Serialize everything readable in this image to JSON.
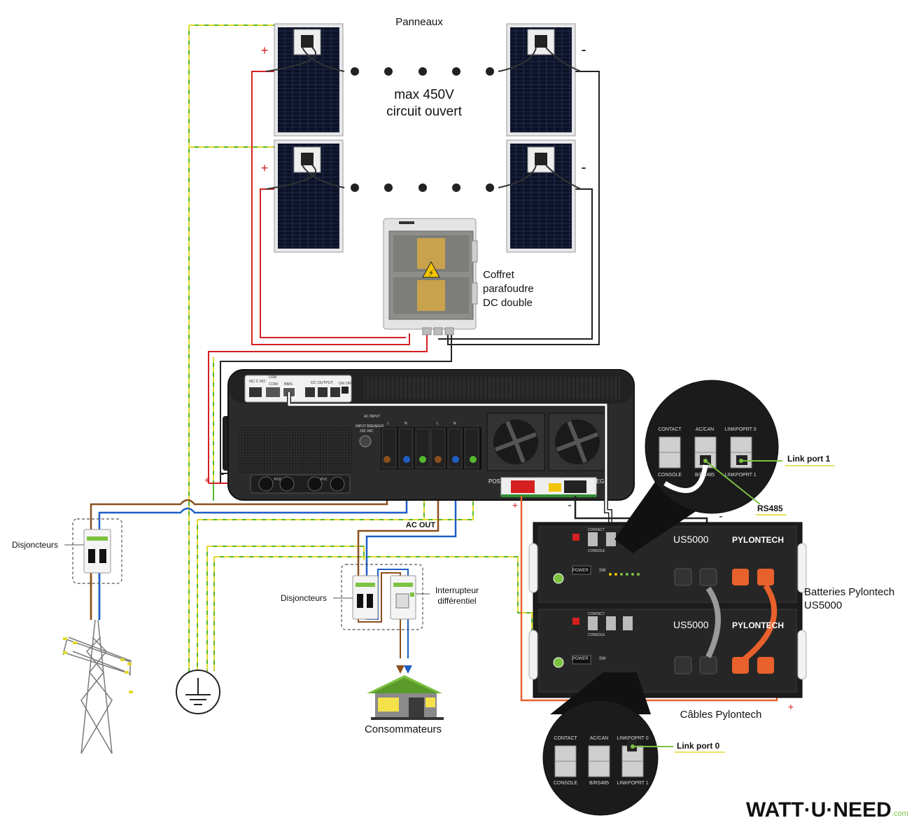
{
  "labels": {
    "panels_title": "Panneaux",
    "voltage_line1": "max 450V",
    "voltage_line2": "circuit ouvert",
    "plus": "+",
    "minus": "-",
    "surge_line1": "Coffret",
    "surge_line2": "parafoudre",
    "surge_line3": "DC double",
    "ac_out": "AC OUT",
    "breakers_left": "Disjoncteurs",
    "breakers_mid": "Disjoncteurs",
    "rcd_line1": "Interrupteur",
    "rcd_line2": "différentiel",
    "consumers": "Consommateurs",
    "batteries_line1": "Batteries Pylontech",
    "batteries_line2": "US5000",
    "pylon_cables": "Câbles Pylontech",
    "link_port_1": "Link port 1",
    "link_port_0": "Link port 0",
    "rs485": "RS485",
    "battery_model": "US5000",
    "battery_brand": "PYLONTECH",
    "port_contact": "CONTACT",
    "port_accan": "AC/CAN",
    "port_linkport0": "LINKPOPRT 0",
    "port_console": "CONSOLE",
    "port_b_rs485": "B/RS485",
    "port_linkport1": "LINKPOPRT 1",
    "port_link_port0": "LINK PORT 0",
    "port_link_port1": "LINK PORT 1",
    "pos": "POS +",
    "neg": "NEG",
    "power": "POWER",
    "sw": "SW",
    "inv_com": "COM",
    "inv_bms": "BMS",
    "inv_dc_output": "DC OUTPUT",
    "inv_on_off": "ON OFF",
    "inv_usb": "USB",
    "inv_nc_c_no": "NC C NO",
    "inv_ac_input": "AC INPUT",
    "inv_input_breaker": "INPUT BREAKER",
    "inv_230vac": "230 VAC",
    "inv_L": "L",
    "inv_N": "N",
    "inv_pv2": "PV2",
    "inv_pv1": "PV1",
    "logo_main": "WATT·U·NEED",
    "logo_suffix": ".com"
  },
  "colors": {
    "positive": "#d42020",
    "negative": "#222222",
    "phase": "#8a4f1c",
    "neutral": "#1f5fc4",
    "earth_green": "#55b82e",
    "earth_yellow": "#e2d92a",
    "battery_cable": "#e8602c",
    "callout_green": "#7cc241"
  }
}
